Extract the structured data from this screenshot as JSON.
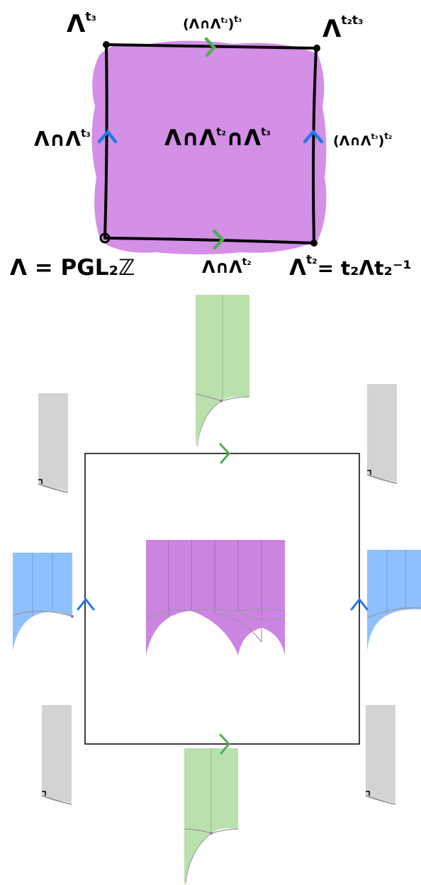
{
  "top_diagram": {
    "vertices": {
      "top_left": {
        "base": "Λ",
        "sup": "t₃"
      },
      "top_right": {
        "base": "Λ",
        "sup": "t₂t₃"
      },
      "bottom_left": {
        "text": "Λ = PGL₂ℤ"
      },
      "bottom_right": {
        "base": "Λ",
        "sup": "t₂",
        "rest": "= t₂Λt₂⁻¹"
      }
    },
    "edges": {
      "top": {
        "main": "(Λ∩Λ",
        "inner_sup": "t₂",
        "close": ")",
        "outer_sup": "t₃"
      },
      "bottom": {
        "main": "Λ∩Λ",
        "sup": "t₂"
      },
      "left": {
        "main": "Λ∩Λ",
        "sup": "t₃"
      },
      "right": {
        "main": "(Λ∩Λ",
        "inner_sup": "t₃",
        "close": ")",
        "outer_sup": "t₂"
      }
    },
    "face": {
      "p1": "Λ∩Λ",
      "s1": "t₂",
      "p2": "∩Λ",
      "s2": "t₃"
    }
  },
  "colors": {
    "face": "#d48fe6",
    "green_arrow": "#4caf50",
    "blue_arrow": "#1f78e8",
    "green_fill": "#b9e0ad",
    "blue_fill": "#8fbfff",
    "gray_fill": "#d3d3d3",
    "purple_fill": "#cc84e3",
    "line": "#000000"
  },
  "arrow_icons": [
    "chevron-right-icon",
    "chevron-up-icon"
  ]
}
